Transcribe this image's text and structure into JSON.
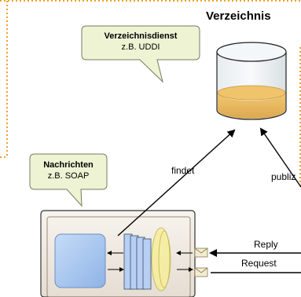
{
  "diagram": {
    "title": "Verzeichnis",
    "callouts": [
      {
        "title": "Verzeichnisdienst",
        "subtitle": "z.B. UDDI"
      },
      {
        "title": "Nachrichten",
        "subtitle": "z.B. SOAP"
      }
    ],
    "edge_labels": {
      "findet": "findet",
      "publiziert": "publiz",
      "reply": "Reply",
      "request": "Request"
    },
    "colors": {
      "dotted_border": "#f0a030",
      "callout_fill": "#eef3d4",
      "callout_stroke": "#7a7a60",
      "db_liquid": "#e8b860",
      "panel_fill": "#a8c8f0",
      "ellipse": "#f0e070"
    }
  }
}
